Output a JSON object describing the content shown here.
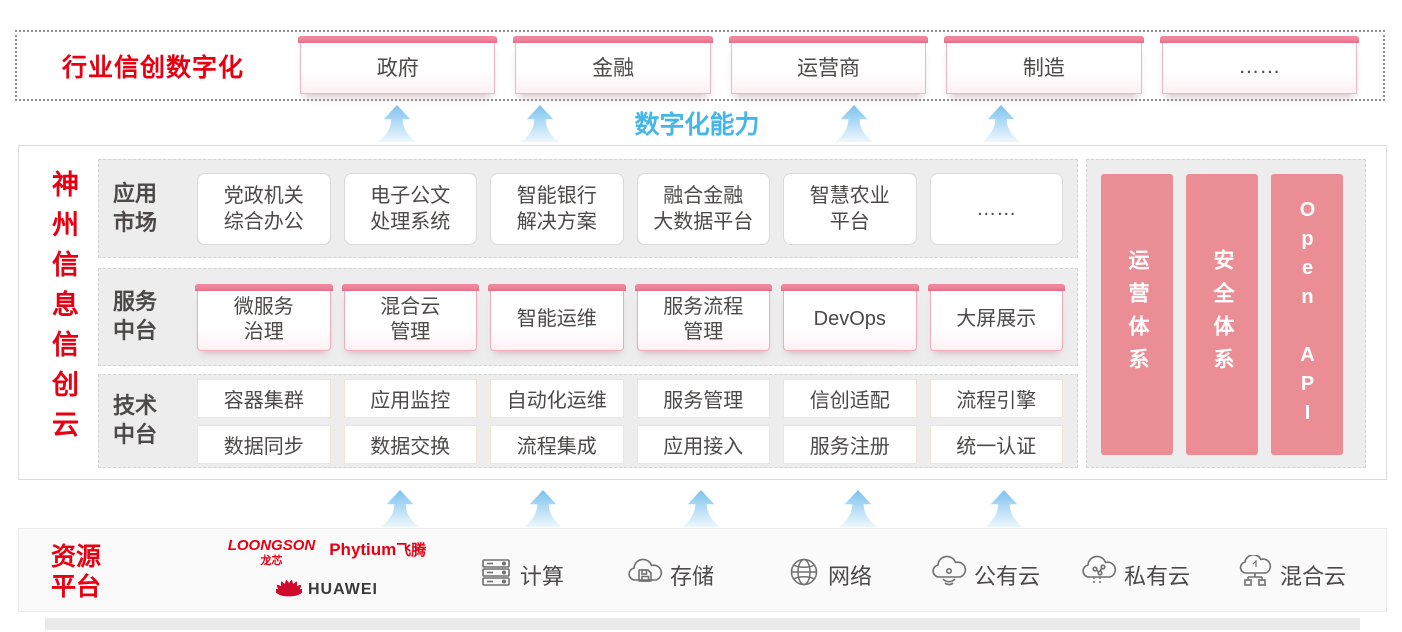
{
  "colors": {
    "accent_red": "#e60012",
    "capability_blue": "#45b6e8",
    "pillar_pink": "#eb8d94",
    "ribbon_pink": "#f0879f"
  },
  "top_band": {
    "label": "行业信创数字化",
    "sectors": [
      "政府",
      "金融",
      "运营商",
      "制造",
      "……"
    ]
  },
  "capability_label": "数字化能力",
  "main": {
    "vertical_title": "神州信息信创云",
    "app_row": {
      "label": "应用\n市场",
      "items": [
        "党政机关\n综合办公",
        "电子公文\n处理系统",
        "智能银行\n解决方案",
        "融合金融\n大数据平台",
        "智慧农业\n平台",
        "……"
      ]
    },
    "service_row": {
      "label": "服务\n中台",
      "items": [
        "微服务\n治理",
        "混合云\n管理",
        "智能运维",
        "服务流程\n管理",
        "DevOps",
        "大屏展示"
      ]
    },
    "tech_row": {
      "label": "技术\n中台",
      "row1": [
        "容器集群",
        "应用监控",
        "自动化运维",
        "服务管理",
        "信创适配",
        "流程引擎"
      ],
      "row2": [
        "数据同步",
        "数据交换",
        "流程集成",
        "应用接入",
        "服务注册",
        "统一认证"
      ]
    },
    "pillars": [
      "运营体系",
      "安全体系",
      "Open API"
    ]
  },
  "bottom": {
    "label": "资源\n平台",
    "vendors": {
      "loongson": {
        "name": "LOONGSON",
        "sub": "龙芯"
      },
      "phytium": {
        "name": "Phytium",
        "sub": "飞腾"
      },
      "huawei": {
        "name": "HUAWEI"
      }
    },
    "resources": [
      {
        "icon": "compute-icon",
        "label": "计算"
      },
      {
        "icon": "storage-icon",
        "label": "存储"
      },
      {
        "icon": "network-icon",
        "label": "网络"
      },
      {
        "icon": "public-cloud-icon",
        "label": "公有云"
      },
      {
        "icon": "private-cloud-icon",
        "label": "私有云"
      },
      {
        "icon": "hybrid-cloud-icon",
        "label": "混合云"
      }
    ]
  }
}
